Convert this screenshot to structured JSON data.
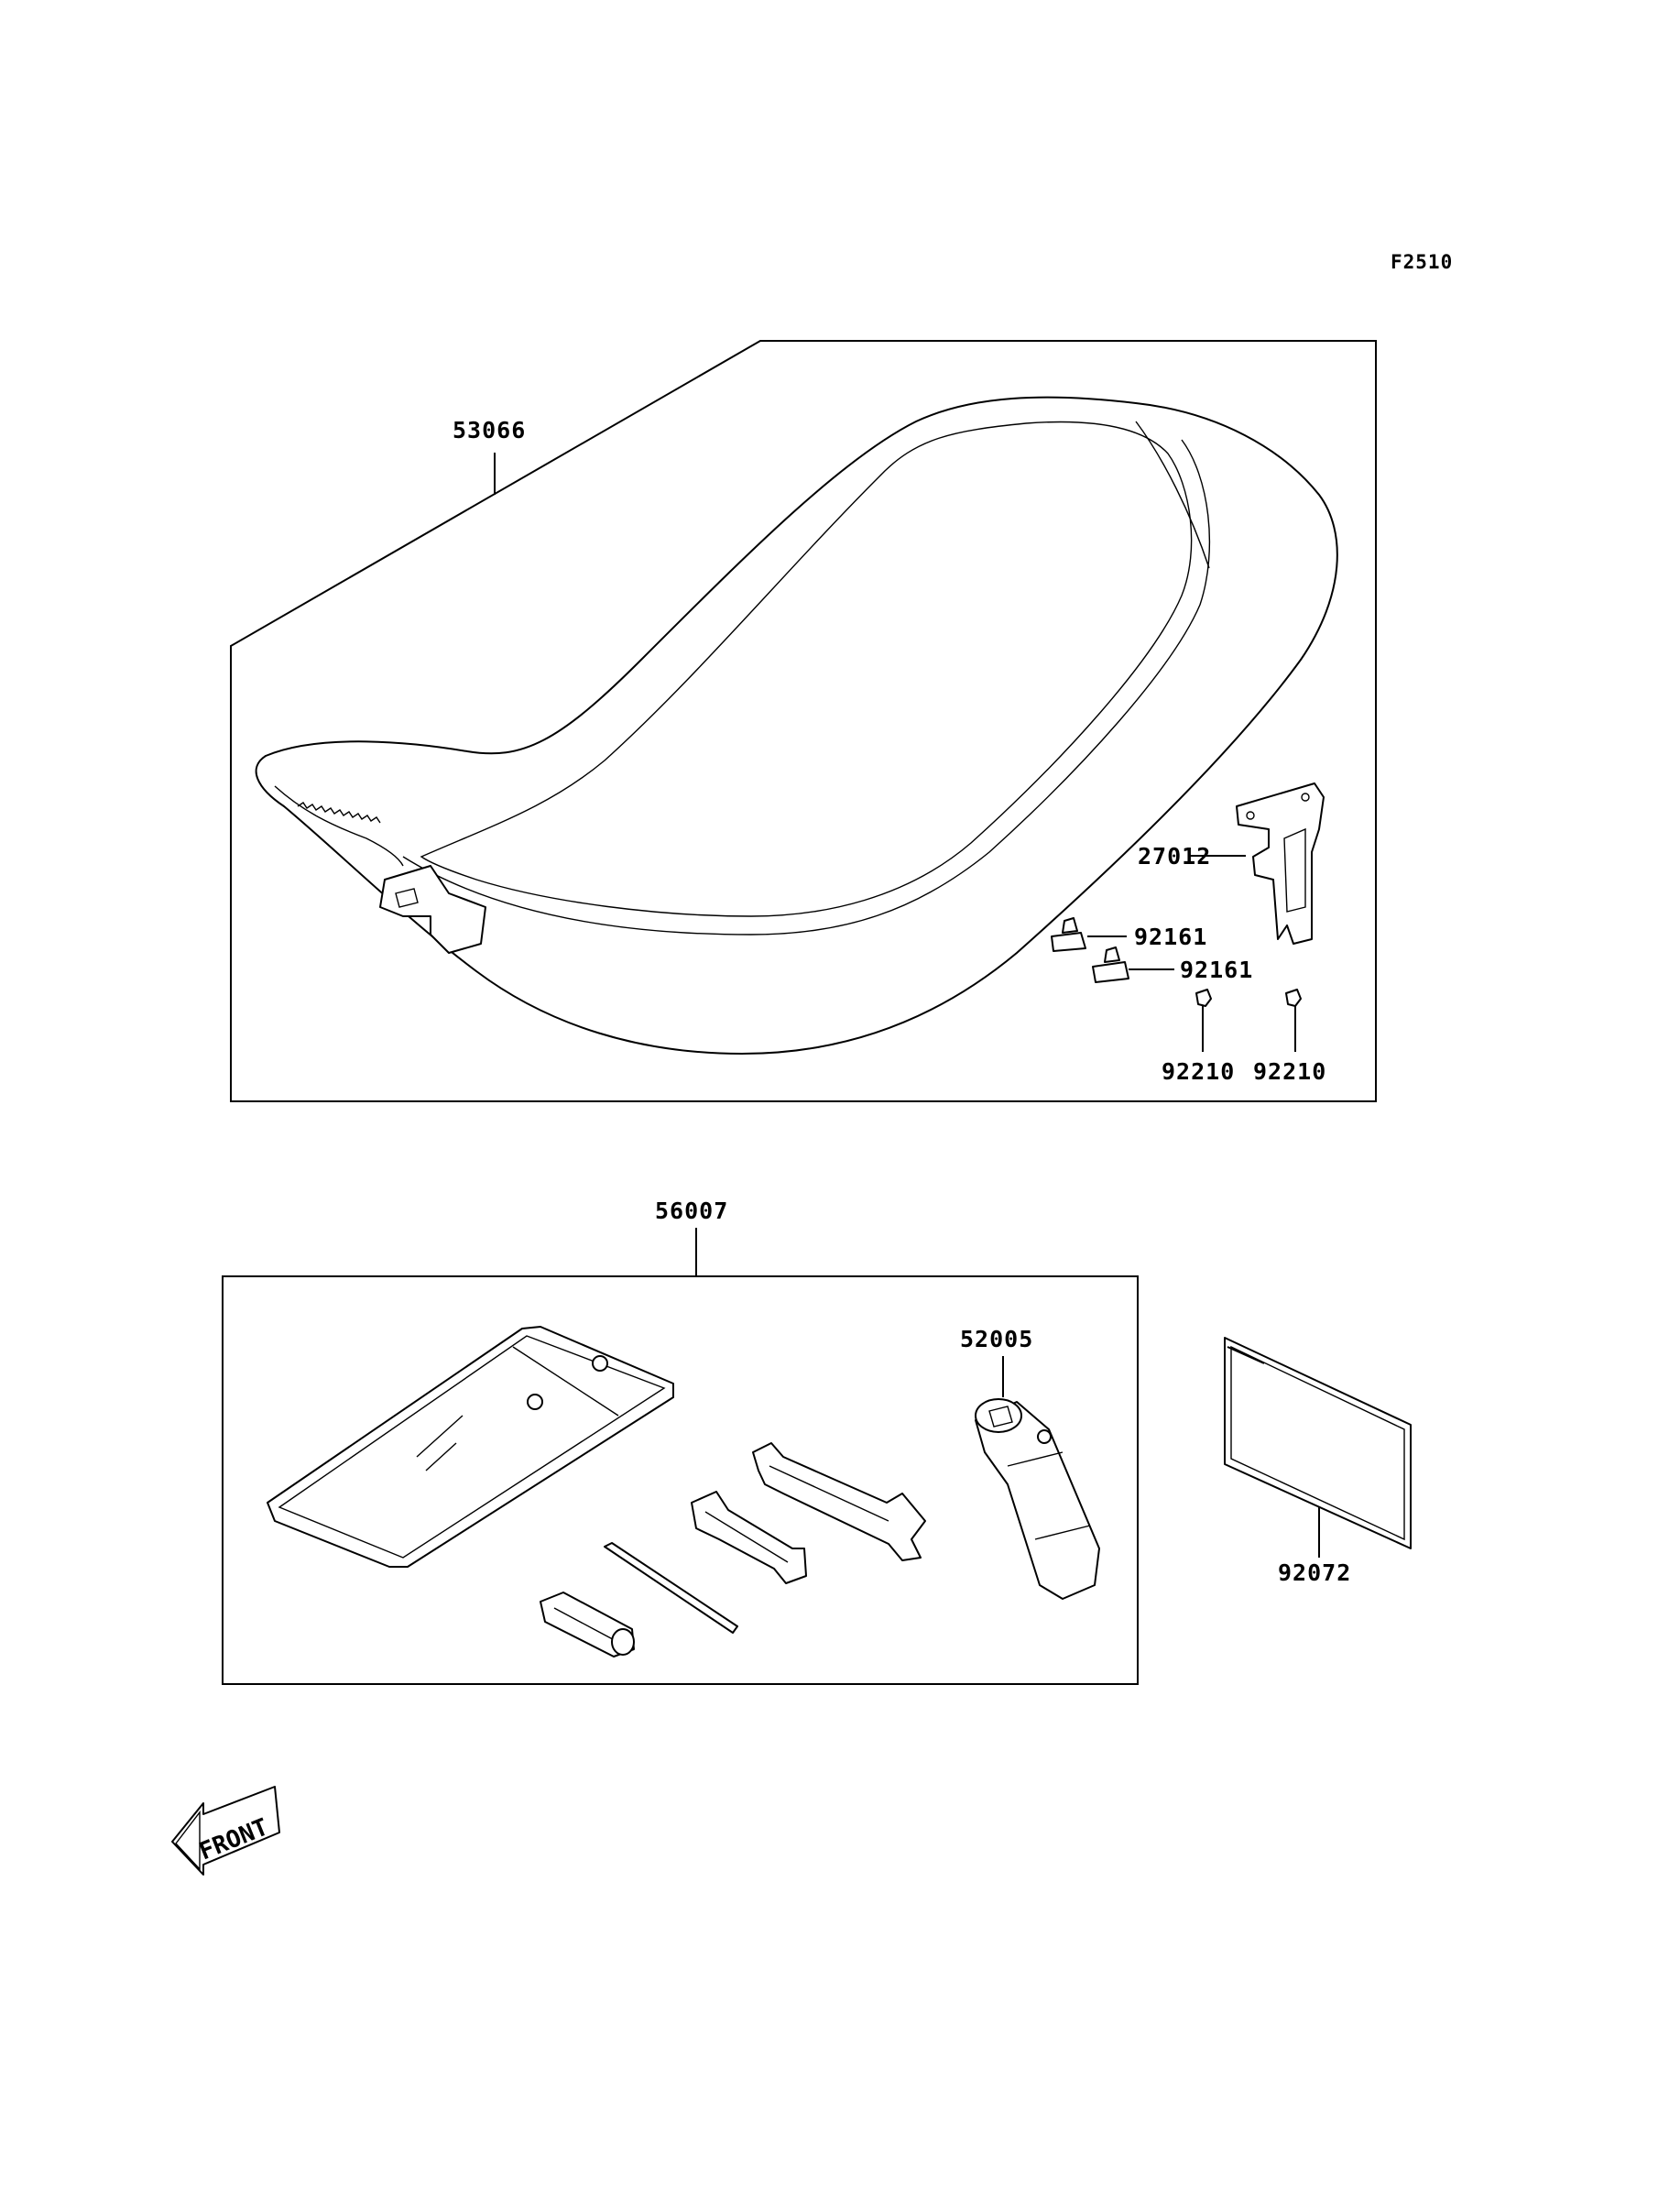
{
  "figure_code": "F2510",
  "seat_section": {
    "seat_part": "53066",
    "bracket_part": "27012",
    "damper_top": "92161",
    "damper_bottom": "92161",
    "clip_left": "92210",
    "clip_right": "92210"
  },
  "tool_section": {
    "toolkit_part": "56007",
    "plug_wrench_part": "52005",
    "label_part": "92072"
  },
  "front_indicator": "FRONT"
}
